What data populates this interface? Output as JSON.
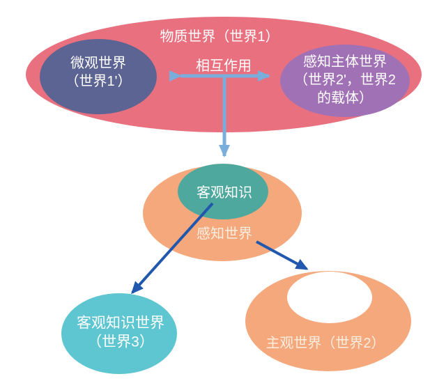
{
  "colors": {
    "background": "#FFFFFF",
    "pink": "#E8707F",
    "slate_blue": "#5B6492",
    "purple": "#A171B5",
    "teal": "#4EA89E",
    "orange": "#F4A87C",
    "cyan": "#5EC6D1",
    "white_hole": "#FFFFFF",
    "arrow_light_blue": "#79ADDC",
    "arrow_dark_blue": "#2158AE",
    "text_white": "#FFFFFF",
    "text_cream": "#FBEEE0"
  },
  "nodes": {
    "material_world": {
      "label": "物质世界（世界1）"
    },
    "micro_world": {
      "line1": "微观世界",
      "line2": "（世界1'）"
    },
    "perceiving_subject_world": {
      "line1": "感知主体世界",
      "line2": "（世界2'，世界2",
      "line3": "的载体）"
    },
    "interaction": {
      "label": "相互作用"
    },
    "objective_knowledge": {
      "label": "客观知识"
    },
    "perceived_world": {
      "label": "感知世界"
    },
    "objective_knowledge_world": {
      "line1": "客观知识世界",
      "line2": "（世界3）"
    },
    "subjective_world": {
      "label": "主观世界（世界2）"
    }
  }
}
